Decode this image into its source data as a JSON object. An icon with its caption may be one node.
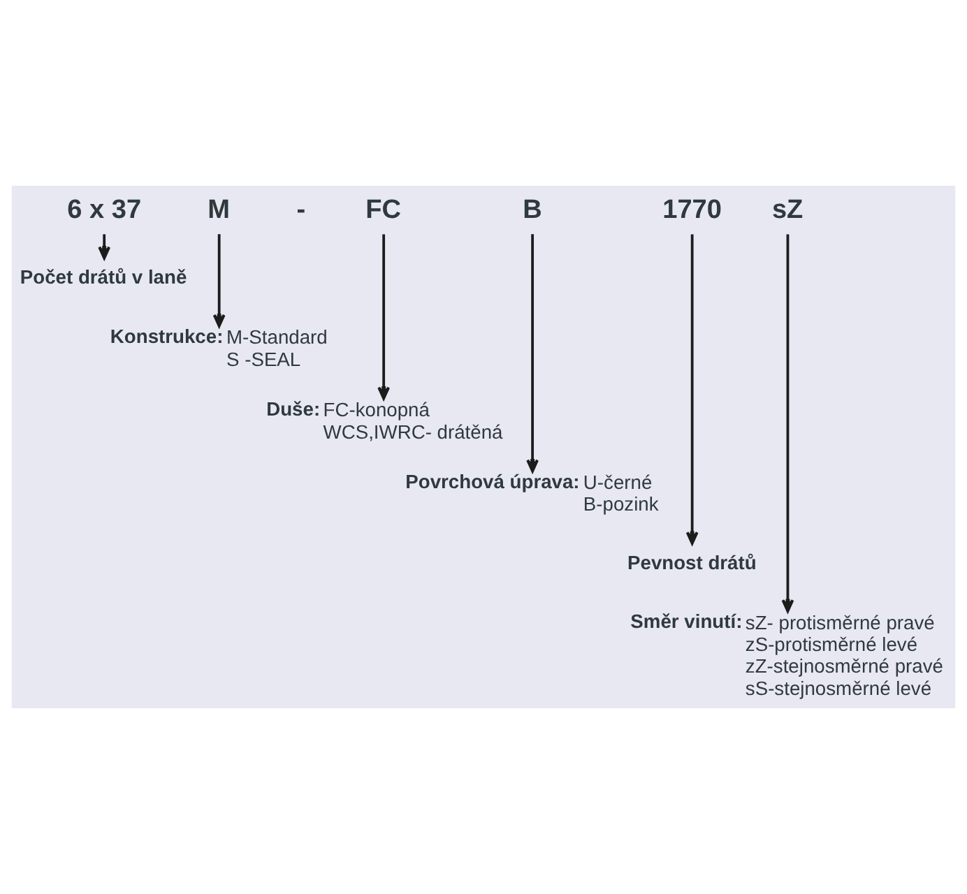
{
  "diagram": {
    "nodes": [
      {
        "text": [
          "6 x 37"
        ]
      },
      {
        "text": [
          "M"
        ]
      },
      {
        "text": [
          "FC"
        ]
      },
      {
        "text": [
          "B"
        ]
      },
      {
        "text": [
          "1770"
        ]
      },
      {
        "text": [
          "sZ"
        ]
      },
      {
        "text": [
          "Počet drátů v laně"
        ]
      },
      {
        "text": [
          "Konstrukce:",
          "M-Standard",
          "S -SEAL"
        ]
      },
      {
        "text": [
          "Duše:",
          "FC-konopná",
          "WCS,IWRC- drátěná"
        ]
      },
      {
        "text": [
          "Povrchová úprava:",
          "U-černé",
          "B-pozink"
        ]
      },
      {
        "text": [
          "Pevnost drátů"
        ]
      },
      {
        "text": [
          "Směr vinutí:",
          "sZ- protisměrné pravé",
          "zS-protisměrné levé",
          "zZ-stejnosměrné pravé",
          "sS-stejnosměrné levé"
        ]
      }
    ],
    "edges": [
      {
        "from": 0,
        "to": 6,
        "arrow": "to"
      },
      {
        "from": 1,
        "to": 7,
        "arrow": "to"
      },
      {
        "from": 2,
        "to": 8,
        "arrow": "to"
      },
      {
        "from": 3,
        "to": 9,
        "arrow": "to"
      },
      {
        "from": 4,
        "to": 10,
        "arrow": "to"
      },
      {
        "from": 5,
        "to": 11,
        "arrow": "to"
      }
    ],
    "labels": [
      "-"
    ]
  }
}
